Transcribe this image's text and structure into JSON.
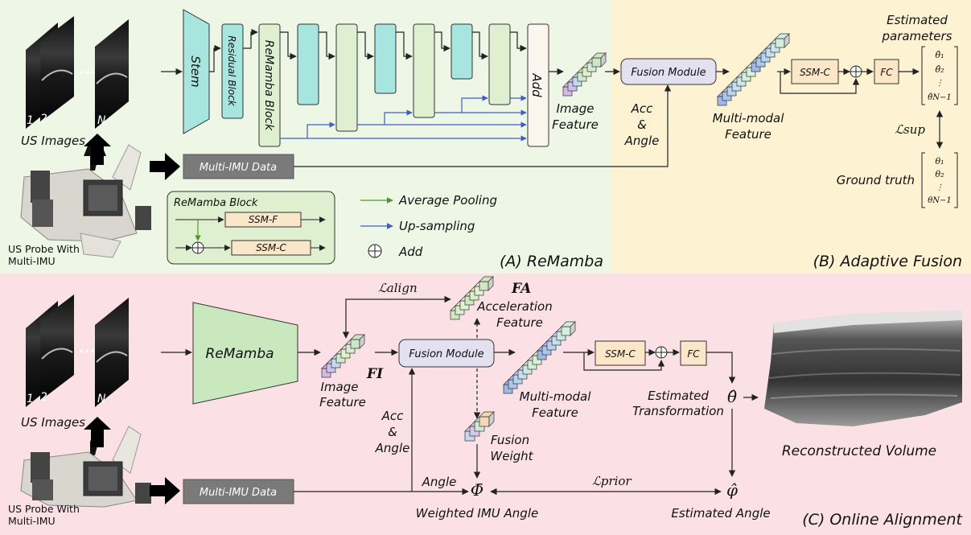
{
  "sections": {
    "a": "(A) ReMamba",
    "b": "(B) Adaptive Fusion",
    "c": "(C) Online Alignment"
  },
  "top": {
    "us_images": "US Images",
    "frame_labels": [
      "1",
      "2",
      "N"
    ],
    "dots": "...",
    "probe": [
      "US Probe With",
      "Multi-IMU"
    ],
    "stem": "Stem",
    "residual_block": "Residual Block",
    "remamba_block": "ReMamba Block",
    "add": "Add",
    "image_feature": [
      "Image",
      "Feature"
    ],
    "acc_angle": [
      "Acc",
      "&",
      "Angle"
    ],
    "fusion_module": "Fusion Module",
    "multimodal_feature": [
      "Multi-modal",
      "Feature"
    ],
    "ssm_c": "SSM-C",
    "fc": "FC",
    "estimated_parameters": [
      "Estimated",
      "parameters"
    ],
    "est_params": [
      "θ̂₁",
      "θ̂₂",
      "⋮",
      "θ̂N−1"
    ],
    "loss_sup": "ℒsup",
    "ground_truth": "Ground truth",
    "gt_params": [
      "θ₁",
      "θ₂",
      "⋮",
      "θN−1"
    ],
    "multi_imu": "Multi-IMU Data",
    "inset_title": "ReMamba Block",
    "inset_ssm_f": "SSM-F",
    "inset_ssm_c": "SSM-C"
  },
  "legend": {
    "avg_pool": "Average Pooling",
    "upsample": "Up-sampling",
    "add": "Add"
  },
  "bottom": {
    "us_images": "US Images",
    "frame_labels": [
      "1",
      "2",
      "N"
    ],
    "dots": "...",
    "probe": [
      "US Probe With",
      "Multi-IMU"
    ],
    "remamba": "ReMamba",
    "loss_align": "ℒalign",
    "fa_label": "FA",
    "acc_feature": [
      "Acceleration",
      "Feature"
    ],
    "image_feature": [
      "Image",
      "Feature"
    ],
    "fi_label": "FI",
    "fusion_module": "Fusion Module",
    "multimodal_feature": [
      "Multi-modal",
      "Feature"
    ],
    "ssm_c": "SSM-C",
    "fc": "FC",
    "est_transformation": [
      "Estimated",
      "Transformation"
    ],
    "theta_hat": "θ̂",
    "recon_volume": "Reconstructed Volume",
    "acc_angle": [
      "Acc",
      "&",
      "Angle"
    ],
    "fusion_weight": [
      "Fusion",
      "Weight"
    ],
    "angle": "Angle",
    "phi_bar": "Φ̄",
    "weighted_imu": "Weighted IMU Angle",
    "loss_prior": "ℒprior",
    "phi_hat": "φ̂",
    "est_angle": "Estimated Angle",
    "multi_imu": "Multi-IMU Data"
  },
  "colors": {
    "panel_a": "#eef6e6",
    "panel_b": "#fdf2d2",
    "panel_c": "#fbe1e6",
    "teal": "#a6e6df",
    "green_block": "#dff0d0",
    "remamba": "#c9e8bd",
    "fusion": "#e3e0ef",
    "ssm": "#fbe7c8",
    "imu": "#7a7a7a",
    "arrow_blue": "#3a5fc8",
    "arrow_green": "#4a9b2f"
  }
}
